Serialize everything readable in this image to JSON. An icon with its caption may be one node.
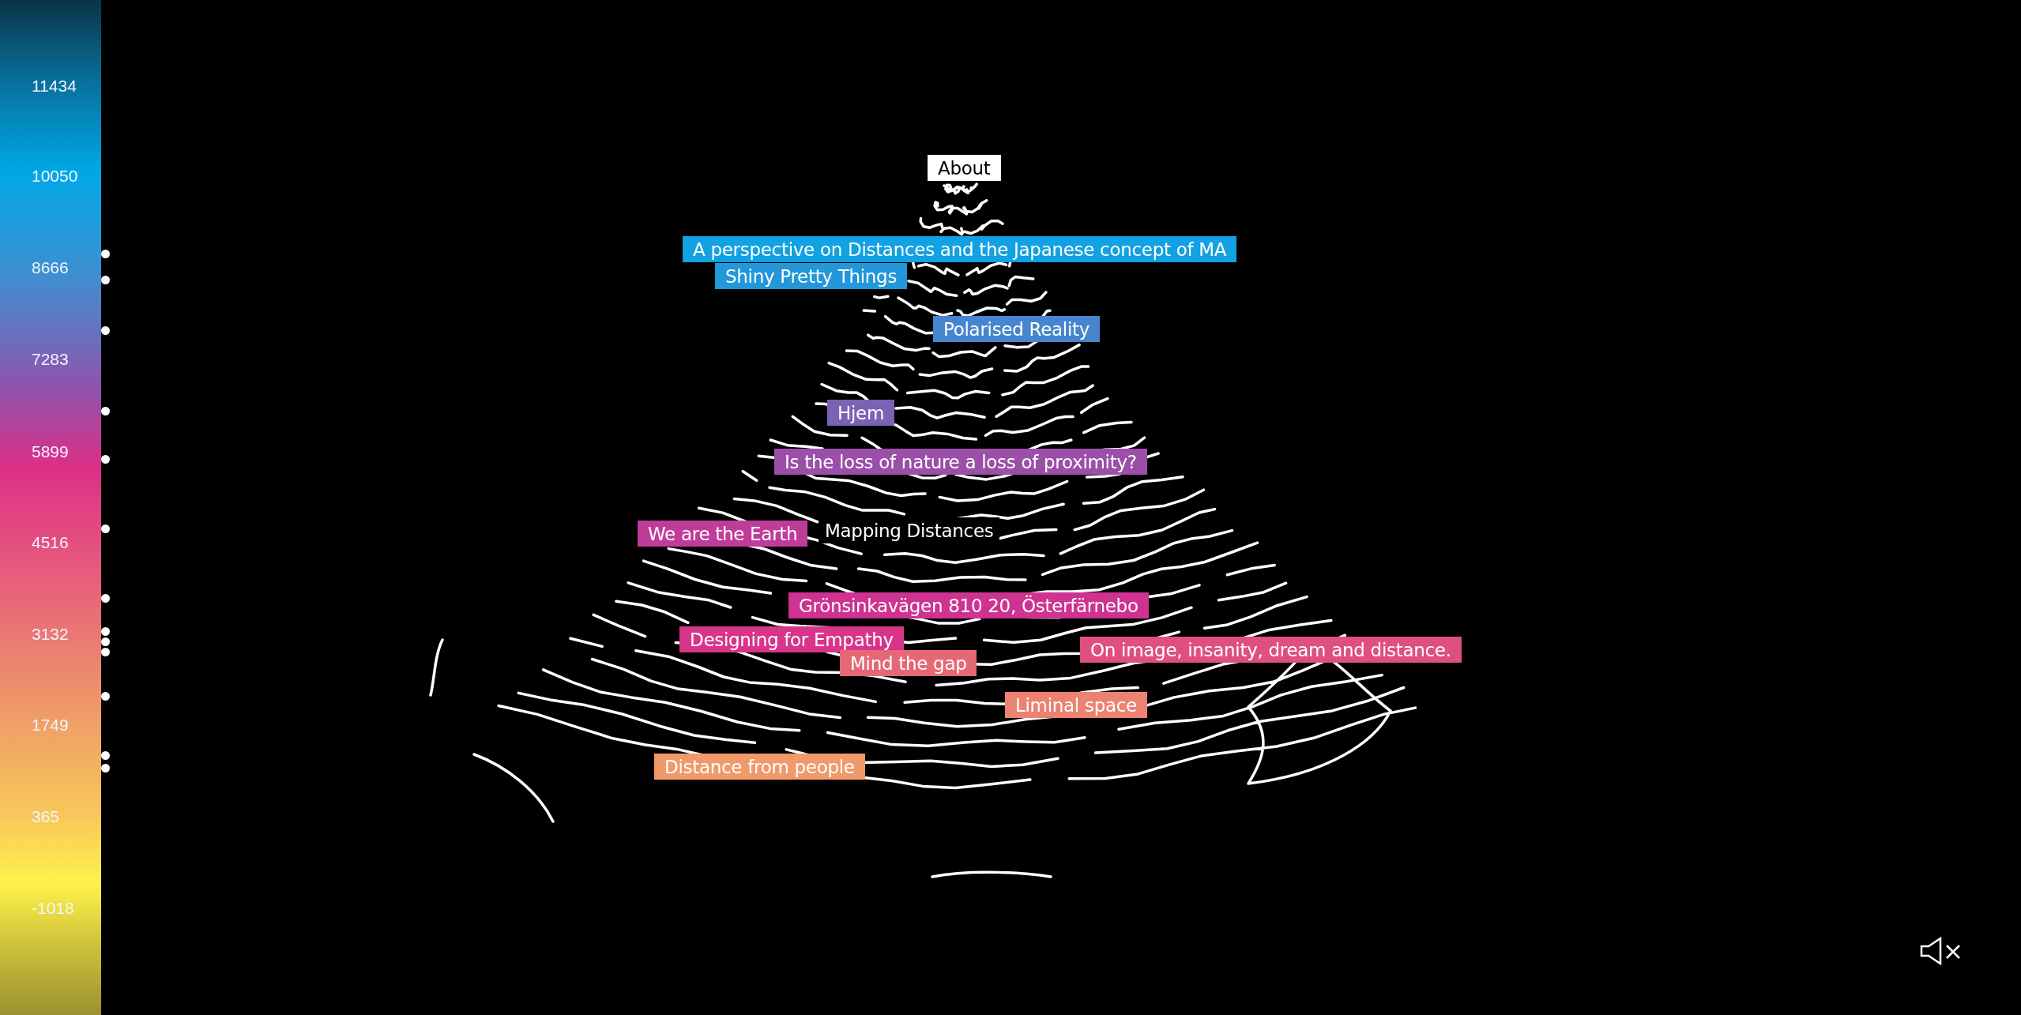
{
  "diagram": {
    "nodes": [
      {
        "text": [
          "About"
        ]
      },
      {
        "text": [
          "A perspective on Distances and the Japanese concept of MA"
        ]
      },
      {
        "text": [
          "Shiny Pretty Things"
        ]
      },
      {
        "text": [
          "Polarised Reality"
        ]
      },
      {
        "text": [
          "Hjem"
        ]
      },
      {
        "text": [
          "Is the loss of nature a loss of proximity?"
        ]
      },
      {
        "text": [
          "We are the Earth"
        ]
      },
      {
        "text": [
          "Grönsinkavägen 810 20, Österfärnebo"
        ]
      },
      {
        "text": [
          "Designing for Empathy"
        ]
      },
      {
        "text": [
          "On image, insanity, dream and distance."
        ]
      },
      {
        "text": [
          "Mind the gap"
        ]
      },
      {
        "text": [
          "Liminal space"
        ]
      },
      {
        "text": [
          "Distance from people"
        ]
      }
    ],
    "labels": [
      "11434",
      "10050",
      "8666",
      "7283",
      "5899",
      "4516",
      "3132",
      "1749",
      "365",
      "-1018",
      "Mapping Distances"
    ]
  }
}
